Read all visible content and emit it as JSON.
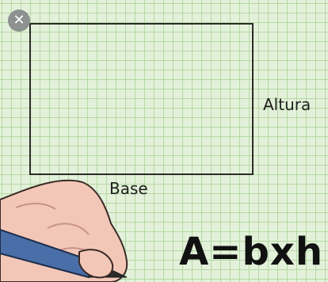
{
  "close_button": {
    "glyph": "✕",
    "icon": "close-icon"
  },
  "diagram": {
    "height_label": "Altura",
    "base_label": "Base",
    "formula": "A=bxh"
  },
  "colors": {
    "grid_background": "#e3f1da",
    "grid_lines": "#b5d9a4",
    "pencil": "#4a6fa8",
    "skin": "#f3c7b8"
  }
}
